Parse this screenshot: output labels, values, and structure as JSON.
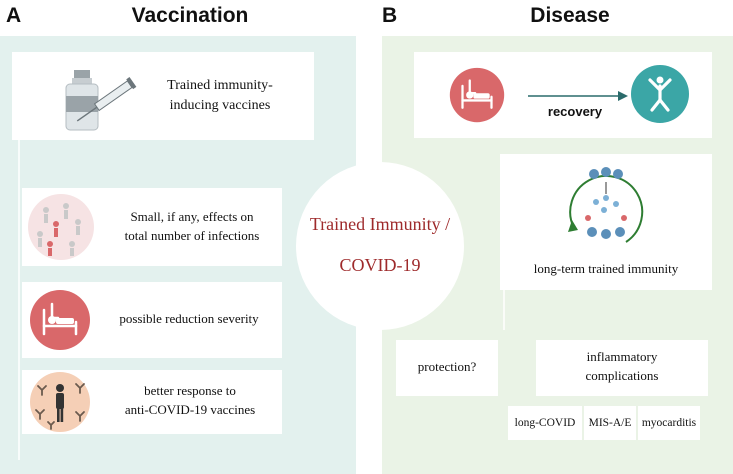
{
  "panel_a": {
    "letter": "A",
    "title": "Vaccination",
    "card_vaccine": "Trained immunity-\ninducing vaccines",
    "card_infections": "Small, if any, effects on\ntotal number of infections",
    "card_severity": "possible reduction severity",
    "card_response": "better  response to\nanti-COVID-19 vaccines"
  },
  "panel_b": {
    "letter": "B",
    "title": "Disease",
    "recovery": "recovery",
    "long_term": "long-term trained immunity",
    "protection": "protection?",
    "inflammatory": "inflammatory\ncomplications",
    "long_covid": "long-COVID",
    "mis": "MIS-A/E",
    "myocarditis": "myocarditis"
  },
  "center": {
    "title_line1": "Trained Immunity /",
    "title_line2": "COVID-19"
  },
  "colors": {
    "left_bg": "#e3f1ee",
    "right_bg": "#eaf3e6",
    "accent_red": "#9e2a2b",
    "patient_icon": "#d9686a",
    "recovery_icon": "#3ba6a6",
    "cycle_arrow": "#2e7d32"
  }
}
